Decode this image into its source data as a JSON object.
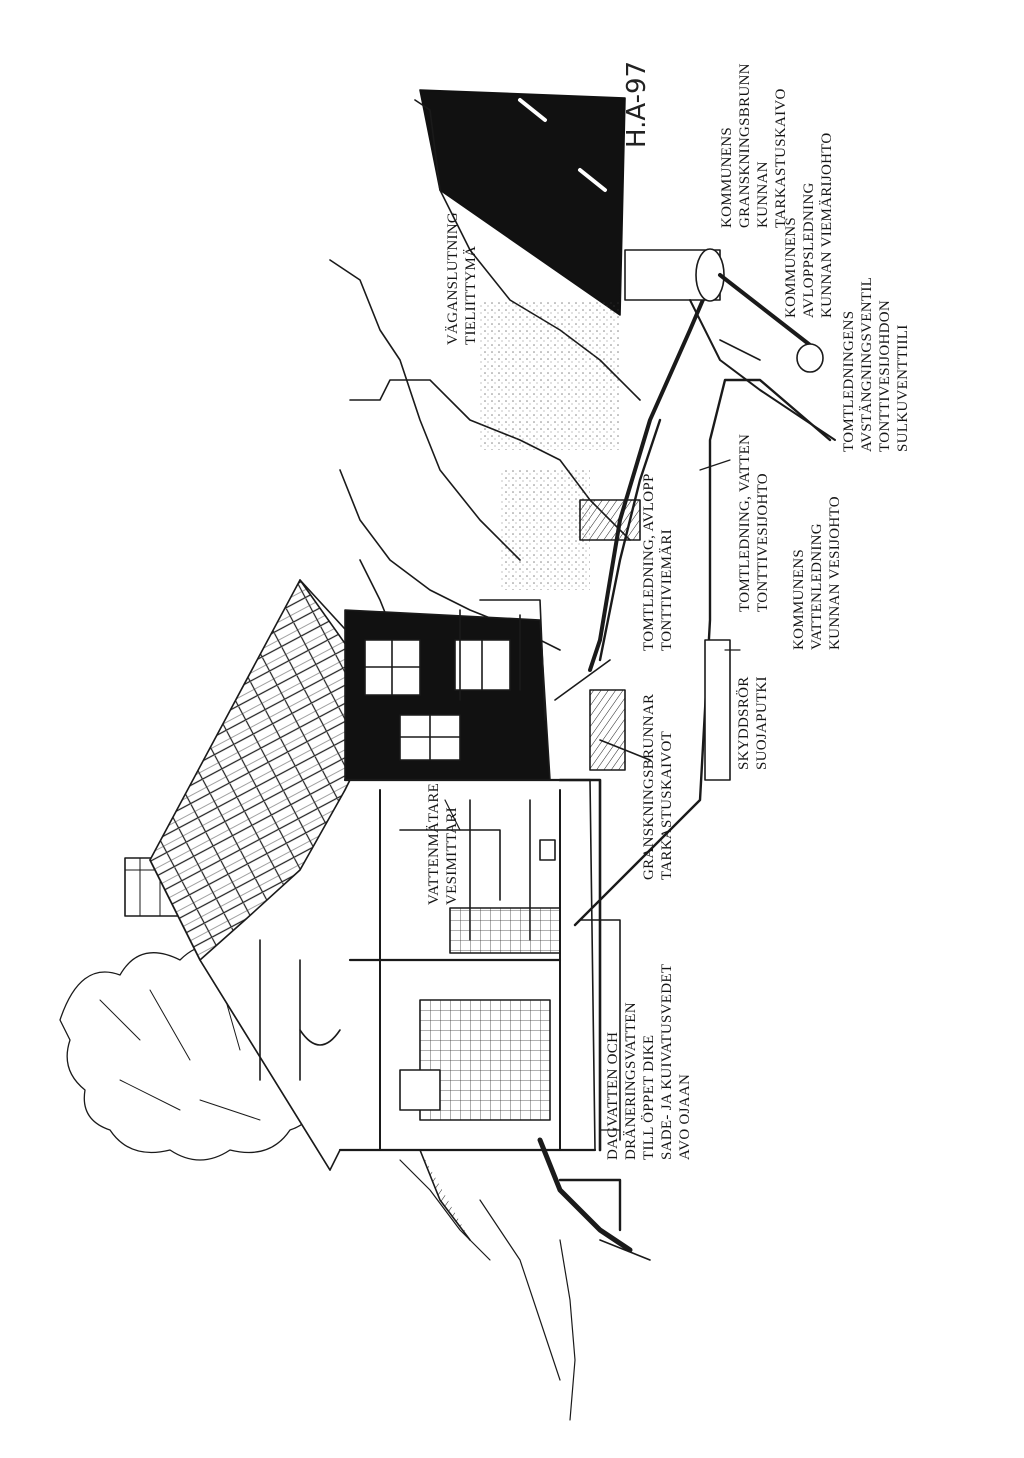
{
  "labels": {
    "vaganslutning": [
      "VÄGANSLUTNING",
      "TIELIITTYMÄ"
    ],
    "kommunens_gransk": [
      "KOMMUNENS",
      "GRANSKNINGSBRUNN",
      "KUNNAN",
      "TARKASTUSKAIVO"
    ],
    "kommunens_avlopp": [
      "KOMMUNENS",
      "AVLOPPSLEDNING",
      "KUNNAN VIEMÄRIJOHTO"
    ],
    "tomtledningens_ventil": [
      "TOMTLEDNINGENS",
      "AVSTÄNGNINGSVENTIL",
      "TONTTIVESIJOHDON",
      "SULKUVENTTIILI"
    ],
    "tomtledning_vatten": [
      "TOMTLEDNING, VATTEN",
      "TONTTIVESIJOHTO"
    ],
    "tomtledning_avlopp": [
      "TOMTLEDNING, AVLOPP",
      "TONTTIVIEMÄRI"
    ],
    "kommunens_vatten": [
      "KOMMUNENS",
      "VATTENLEDNING",
      "KUNNAN VESIJOHTO"
    ],
    "skyddsror": [
      "SKYDDSRÖR",
      "SUOJAPUTKI"
    ],
    "granskningsbrunnar": [
      "GRANSKNINGSBRUNNAR",
      "TARKASTUSKAIVOT"
    ],
    "vattenmatare": [
      "VATTENMÄTARE",
      "VESIMITTARI"
    ],
    "dagvatten": [
      "DAGVATTEN OCH",
      "DRÄNERINGSVATTEN",
      "TILL ÖPPET DIKE",
      "SADE- JA KUIVATUSVEDET",
      "AVO OJAAN"
    ]
  },
  "handwritten_note": "H.A-97",
  "colors": {
    "ink": "#151515",
    "paper": "#ffffff"
  }
}
